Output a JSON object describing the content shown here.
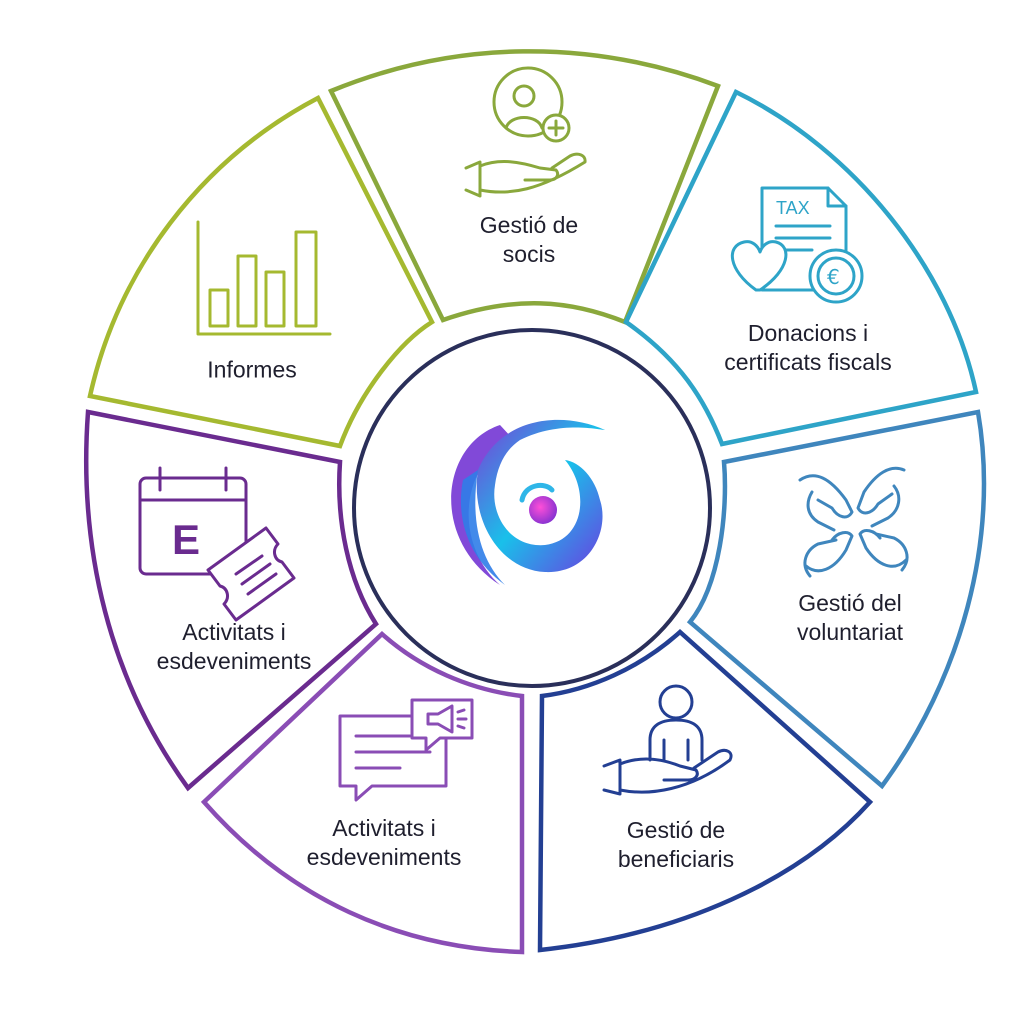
{
  "segments": [
    {
      "id": "socis",
      "line1": "Gestió de",
      "line2": "socis",
      "icon": "member-care-icon",
      "color": "#8aa83c"
    },
    {
      "id": "donacions",
      "line1": "Donacions i",
      "line2": "certificats fiscals",
      "icon": "tax-donation-icon",
      "color": "#2ea4c8",
      "icon_text": "TAX",
      "icon_symbol": "€"
    },
    {
      "id": "voluntariat",
      "line1": "Gestió del",
      "line2": "voluntariat",
      "icon": "hands-together-icon",
      "color": "#3f86bd"
    },
    {
      "id": "beneficiaris",
      "line1": "Gestió de",
      "line2": "beneficiaris",
      "icon": "beneficiary-care-icon",
      "color": "#233f93"
    },
    {
      "id": "comunicacio",
      "line1": "Activitats i",
      "line2": "esdeveniments",
      "icon": "chat-megaphone-icon",
      "color": "#8a4db5"
    },
    {
      "id": "activitats",
      "line1": "Activitats i",
      "line2": "esdeveniments",
      "icon": "calendar-ticket-icon",
      "color": "#6a2b8f",
      "icon_text": "E"
    },
    {
      "id": "informes",
      "line1": "Informes",
      "line2": "",
      "icon": "bar-chart-icon",
      "color": "#a5b930"
    }
  ],
  "center": {
    "logo": "swirl-logo",
    "ring_color": "#2a2f5a"
  },
  "colors": {
    "outer_ring": "#8fb04a",
    "text": "#1f1f2e"
  }
}
